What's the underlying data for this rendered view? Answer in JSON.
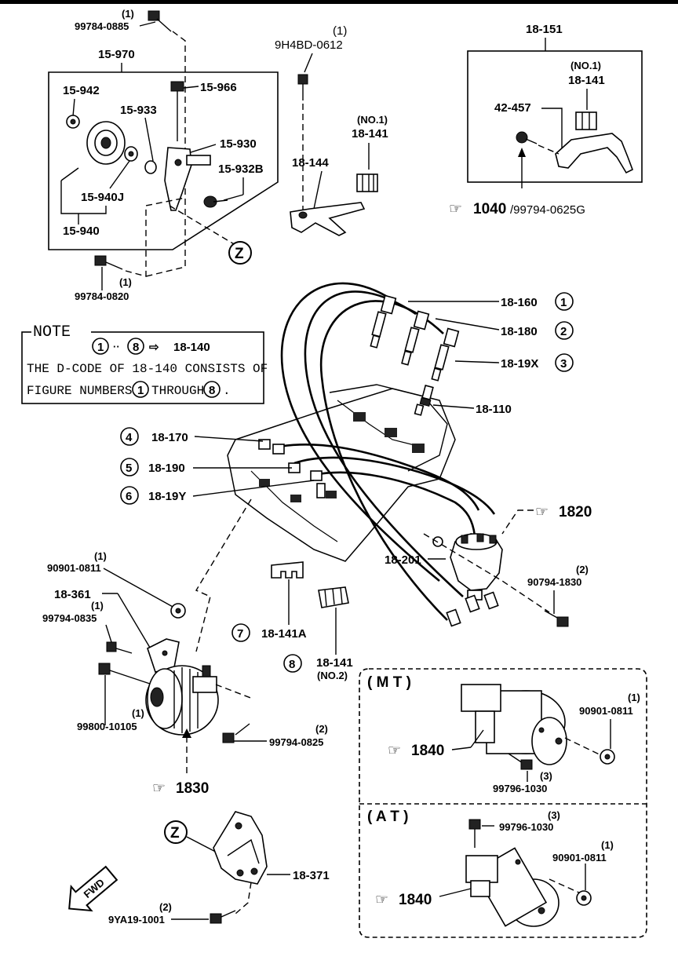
{
  "top_group": {
    "bolt_top_qty": "(1)",
    "bolt_top_pn": "99784-0885",
    "assy": "15-970",
    "p15942": "15-942",
    "p15933": "15-933",
    "p15966": "15-966",
    "p15930": "15-930",
    "p15932b": "15-932B",
    "p15940j": "15-940J",
    "p15940": "15-940",
    "bolt_bottom_qty": "(1)",
    "bolt_bottom_pn": "99784-0820",
    "z": "Z"
  },
  "middle_top": {
    "bolt_qty": "(1)",
    "bolt_pn": "9H4BD-0612",
    "clip_no": "(NO.1)",
    "clip_pn": "18-141",
    "bracket_pn": "18-144"
  },
  "right_box": {
    "assy": "18-151",
    "clip_no": "(NO.1)",
    "clip_pn": "18-141",
    "bracket_pn": "42-457",
    "ref": "1040",
    "ref_pn": "/99794-0625G"
  },
  "note": {
    "title": "NOTE",
    "line1_a": "1",
    "line1_b": "8",
    "line1_pn": "18-140",
    "line2": "THE D-CODE OF  18-140  CONSISTS OF",
    "line3_a": "FIGURE NUMBERS",
    "line3_c1": "1",
    "line3_mid": "THROUGH",
    "line3_c8": "8",
    "line3_end": "."
  },
  "wires": [
    {
      "num": "1",
      "pn": "18-160"
    },
    {
      "num": "2",
      "pn": "18-180"
    },
    {
      "num": "3",
      "pn": "18-19X"
    },
    {
      "num": "4",
      "pn": "18-170"
    },
    {
      "num": "5",
      "pn": "18-190"
    },
    {
      "num": "6",
      "pn": "18-19Y"
    }
  ],
  "plug": "18-110",
  "distributor": {
    "ref": "1820",
    "qty": "(2)",
    "bolt_pn": "90794-1830",
    "pn": "18-201"
  },
  "clips": {
    "n7": "7",
    "c7_pn": "18-141A",
    "n8": "8",
    "c8_pn": "18-141",
    "c8_no": "(NO.2)"
  },
  "alternator": {
    "nut_qty": "(1)",
    "nut_pn": "90901-0811",
    "bracket_pn": "18-361",
    "bolt1_qty": "(1)",
    "bolt1_pn": "99794-0835",
    "bolt2_qty": "(1)",
    "bolt2_pn": "99800-10105",
    "bolt3_qty": "(2)",
    "bolt3_pn": "99794-0825",
    "ref": "1830"
  },
  "bottom_left": {
    "z": "Z",
    "bracket_pn": "18-371",
    "bolt_qty": "(2)",
    "bolt_pn": "9YA19-1001",
    "fwd": "FWD"
  },
  "mt": {
    "title": "( M T )",
    "ref": "1840",
    "nut_qty": "(1)",
    "nut_pn": "90901-0811",
    "bolt_qty": "(3)",
    "bolt_pn": "99796-1030"
  },
  "at": {
    "title": "( A T )",
    "ref": "1840",
    "bolt_qty": "(3)",
    "bolt_pn": "99796-1030",
    "nut_qty": "(1)",
    "nut_pn": "90901-0811"
  }
}
